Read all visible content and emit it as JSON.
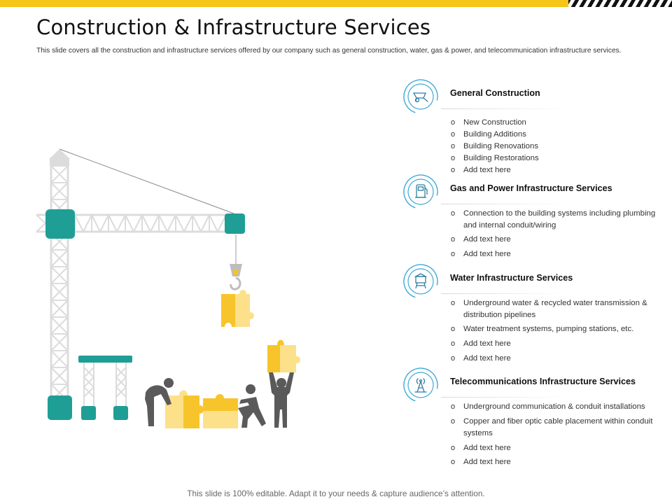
{
  "slide": {
    "title": "Construction & Infrastructure Services",
    "subtitle": "This slide covers all the construction and infrastructure  services offered by our company such as general construction, water, gas & power, and telecommunication infrastructure  services.",
    "footer": "This slide is 100% editable. Adapt it to your needs & capture audience’s attention."
  },
  "colors": {
    "accent_yellow": "#f5c518",
    "teal": "#1f9e96",
    "icon_ring": "#3fa9d6",
    "figure_gray": "#5a5a5a",
    "crane_gray": "#dcdcdc",
    "puzzle_yellow": "#f7c52b",
    "puzzle_light": "#fde08a"
  },
  "sections": [
    {
      "icon": "wheelbarrow-icon",
      "title": "General Construction",
      "items": [
        "New Construction",
        "Building Additions",
        "Building Renovations",
        "Building Restorations",
        "Add text here"
      ]
    },
    {
      "icon": "gas-pump-icon",
      "title": "Gas and Power Infrastructure Services",
      "items": [
        "Connection to the building systems including plumbing and internal conduit/wiring",
        "Add text here",
        "Add text here"
      ]
    },
    {
      "icon": "water-tower-icon",
      "title": "Water Infrastructure Services",
      "items": [
        "Underground water & recycled water transmission & distribution pipelines",
        "Water treatment systems, pumping stations, etc.",
        "Add text here",
        "Add text here"
      ]
    },
    {
      "icon": "signal-tower-icon",
      "title": "Telecommunications Infrastructure Services",
      "items": [
        "Underground communication & conduit installations",
        "Copper and fiber optic cable placement within conduit systems",
        "Add text here",
        "Add text here"
      ]
    }
  ]
}
